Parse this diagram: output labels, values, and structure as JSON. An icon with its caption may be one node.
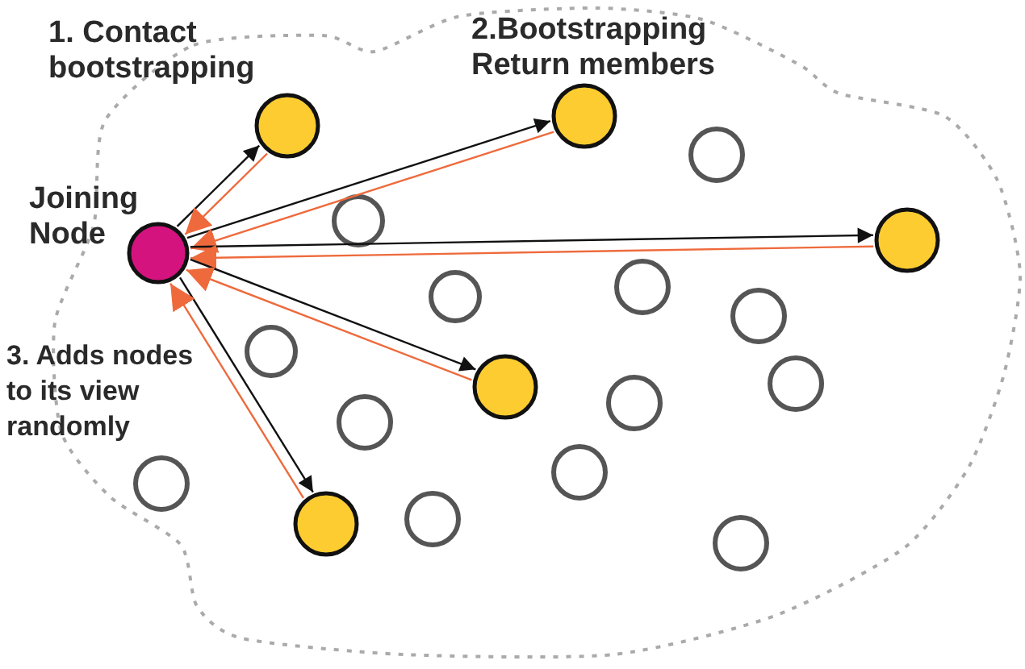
{
  "diagram": {
    "nodes": [
      {
        "text": [],
        "shape": "cloud"
      },
      {
        "text": [],
        "shape": "circle",
        "beside": [
          "Joining Node"
        ],
        "in": 0
      },
      {
        "text": [],
        "shape": "circle",
        "in": 0
      },
      {
        "text": [],
        "shape": "circle",
        "in": 0
      },
      {
        "text": [],
        "shape": "circle",
        "in": 0
      },
      {
        "text": [],
        "shape": "circle",
        "in": 0
      },
      {
        "text": [],
        "shape": "circle",
        "in": 0
      },
      {
        "text": [],
        "shape": "circle",
        "in": 0
      },
      {
        "text": [],
        "shape": "circle",
        "in": 0
      },
      {
        "text": [],
        "shape": "circle",
        "in": 0
      },
      {
        "text": [],
        "shape": "circle",
        "in": 0
      },
      {
        "text": [],
        "shape": "circle",
        "in": 0
      },
      {
        "text": [],
        "shape": "circle",
        "in": 0
      },
      {
        "text": [],
        "shape": "circle",
        "in": 0
      },
      {
        "text": [],
        "shape": "circle",
        "in": 0
      },
      {
        "text": [],
        "shape": "circle",
        "in": 0
      },
      {
        "text": [],
        "shape": "circle",
        "in": 0
      },
      {
        "text": [],
        "shape": "circle",
        "in": 0
      },
      {
        "text": [],
        "shape": "circle",
        "in": 0
      },
      {
        "text": [],
        "shape": "circle",
        "in": 0
      }
    ],
    "edges": [
      {
        "from": 1,
        "to": 2,
        "arrow": "to"
      },
      {
        "from": 2,
        "to": 1,
        "arrow": "to",
        "color": "#ee6a3c"
      },
      {
        "from": 1,
        "to": 3,
        "arrow": "to"
      },
      {
        "from": 3,
        "to": 1,
        "arrow": "to",
        "color": "#ee6a3c"
      },
      {
        "from": 1,
        "to": 4,
        "arrow": "to"
      },
      {
        "from": 4,
        "to": 1,
        "arrow": "to",
        "color": "#ee6a3c"
      },
      {
        "from": 1,
        "to": 5,
        "arrow": "to"
      },
      {
        "from": 5,
        "to": 1,
        "arrow": "to",
        "color": "#ee6a3c"
      },
      {
        "from": 1,
        "to": 6,
        "arrow": "to"
      },
      {
        "from": 6,
        "to": 1,
        "arrow": "to",
        "color": "#ee6a3c"
      }
    ],
    "labels": [
      "1. Contact bootstrapping",
      "2.Bootstrapping Return members",
      "3. Adds nodes to its view randomly"
    ]
  }
}
